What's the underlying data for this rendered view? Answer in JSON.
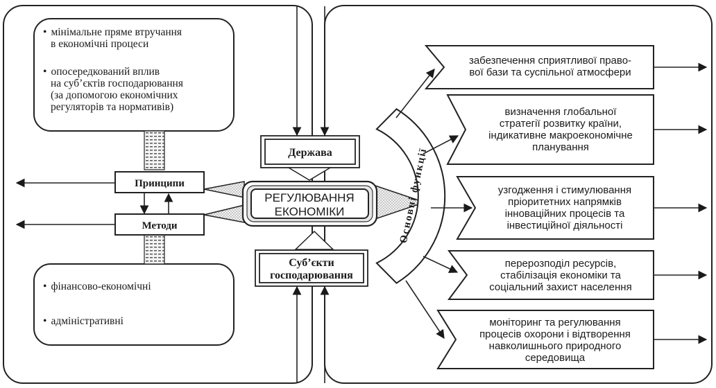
{
  "principles_box": {
    "items": [
      [
        "мінімальне пряме втручання",
        "в економічні процеси"
      ],
      [
        "опосередкований вплив",
        "на  суб’єктів господарювання",
        "(за допомогою економічних",
        "регуляторів та нормативів)"
      ]
    ]
  },
  "methods_box": {
    "items": [
      "фінансово-економічні",
      "адміністративні"
    ]
  },
  "labels": {
    "principles": "Принципи",
    "methods": "Методи",
    "state": "Держава",
    "subjects_line1": "Суб’єкти",
    "subjects_line2": "господарювання",
    "center_line1": "РЕГУЛЮВАННЯ",
    "center_line2": "ЕКОНОМІКИ",
    "main_functions": "Основні функції"
  },
  "functions": [
    [
      "забезпечення сприятливої право-",
      "вої бази та суспільної атмосфери"
    ],
    [
      "визначення глобальної",
      "стратегії розвитку країни,",
      "індикативне макроекономічне",
      "планування"
    ],
    [
      "узгодження і стимулювання",
      "пріоритетних напрямків",
      "інноваційних процесів та",
      "інвестиційної діяльності"
    ],
    [
      "перерозподіл ресурсів,",
      "стабілізація економіки та",
      "соціальний захист населення"
    ],
    [
      "моніторинг та регулювання",
      "процесів охорони і відтворення",
      "навколишнього природного",
      "середовища"
    ]
  ]
}
